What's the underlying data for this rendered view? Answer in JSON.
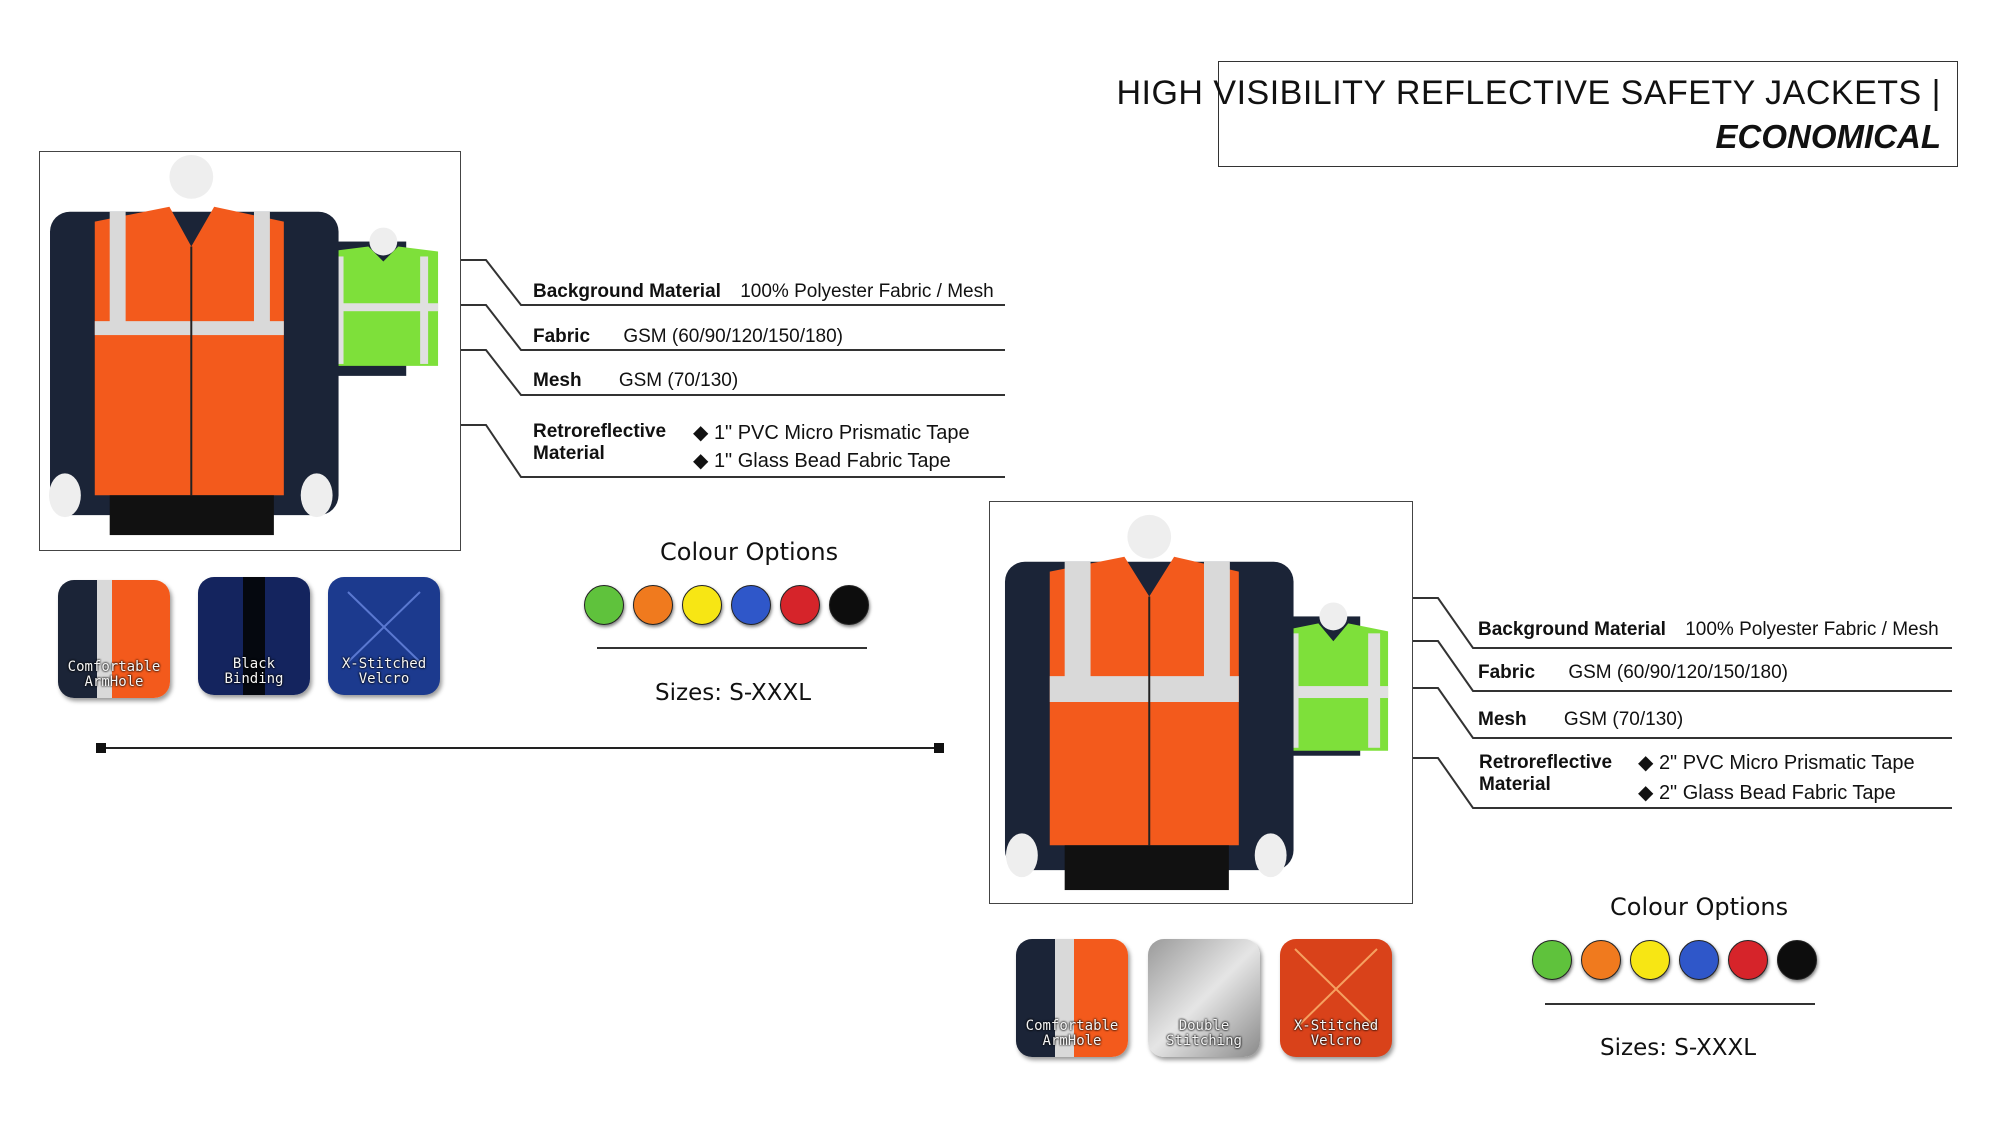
{
  "title": {
    "line1": "HIGH VISIBILITY REFLECTIVE SAFETY JACKETS |",
    "line2": "ECONOMICAL"
  },
  "product1": {
    "specs": [
      {
        "label": "Background Material",
        "value": "100% Polyester Fabric / Mesh"
      },
      {
        "label": "Fabric",
        "value": "GSM (60/90/120/150/180)"
      },
      {
        "label": "Mesh",
        "value": "GSM (70/130)"
      }
    ],
    "retro": {
      "label_line1": "Retroreflective",
      "label_line2": "Material",
      "bullets": [
        "◆ 1\" PVC Micro Prismatic Tape",
        "◆ 1\" Glass Bead Fabric Tape"
      ]
    },
    "features": [
      {
        "line1": "Comfortable",
        "line2": "ArmHole"
      },
      {
        "line1": "Black",
        "line2": "Binding"
      },
      {
        "line1": "X-Stitched",
        "line2": "Velcro"
      }
    ],
    "colour_title": "Colour Options",
    "sizes": "Sizes: S-XXXL"
  },
  "product2": {
    "specs": [
      {
        "label": "Background Material",
        "value": "100% Polyester Fabric / Mesh"
      },
      {
        "label": "Fabric",
        "value": "GSM (60/90/120/150/180)"
      },
      {
        "label": "Mesh",
        "value": "GSM (70/130)"
      }
    ],
    "retro": {
      "label_line1": "Retroreflective",
      "label_line2": "Material",
      "bullets": [
        "◆ 2\" PVC Micro Prismatic Tape",
        "◆ 2\" Glass Bead Fabric Tape"
      ]
    },
    "features": [
      {
        "line1": "Comfortable",
        "line2": "ArmHole"
      },
      {
        "line1": "Double",
        "line2": "Stitching"
      },
      {
        "line1": "X-Stitched",
        "line2": "Velcro"
      }
    ],
    "colour_title": "Colour Options",
    "sizes": "Sizes: S-XXXL"
  },
  "colours": [
    "#5fc23c",
    "#f07a1e",
    "#f7e614",
    "#2f57c9",
    "#d6242a",
    "#0d0d0d"
  ],
  "vest_colours": {
    "orange": "#f35a1c",
    "green": "#7ee03a",
    "reflective": "#d9d9d9",
    "shirt": "#1b2437"
  }
}
